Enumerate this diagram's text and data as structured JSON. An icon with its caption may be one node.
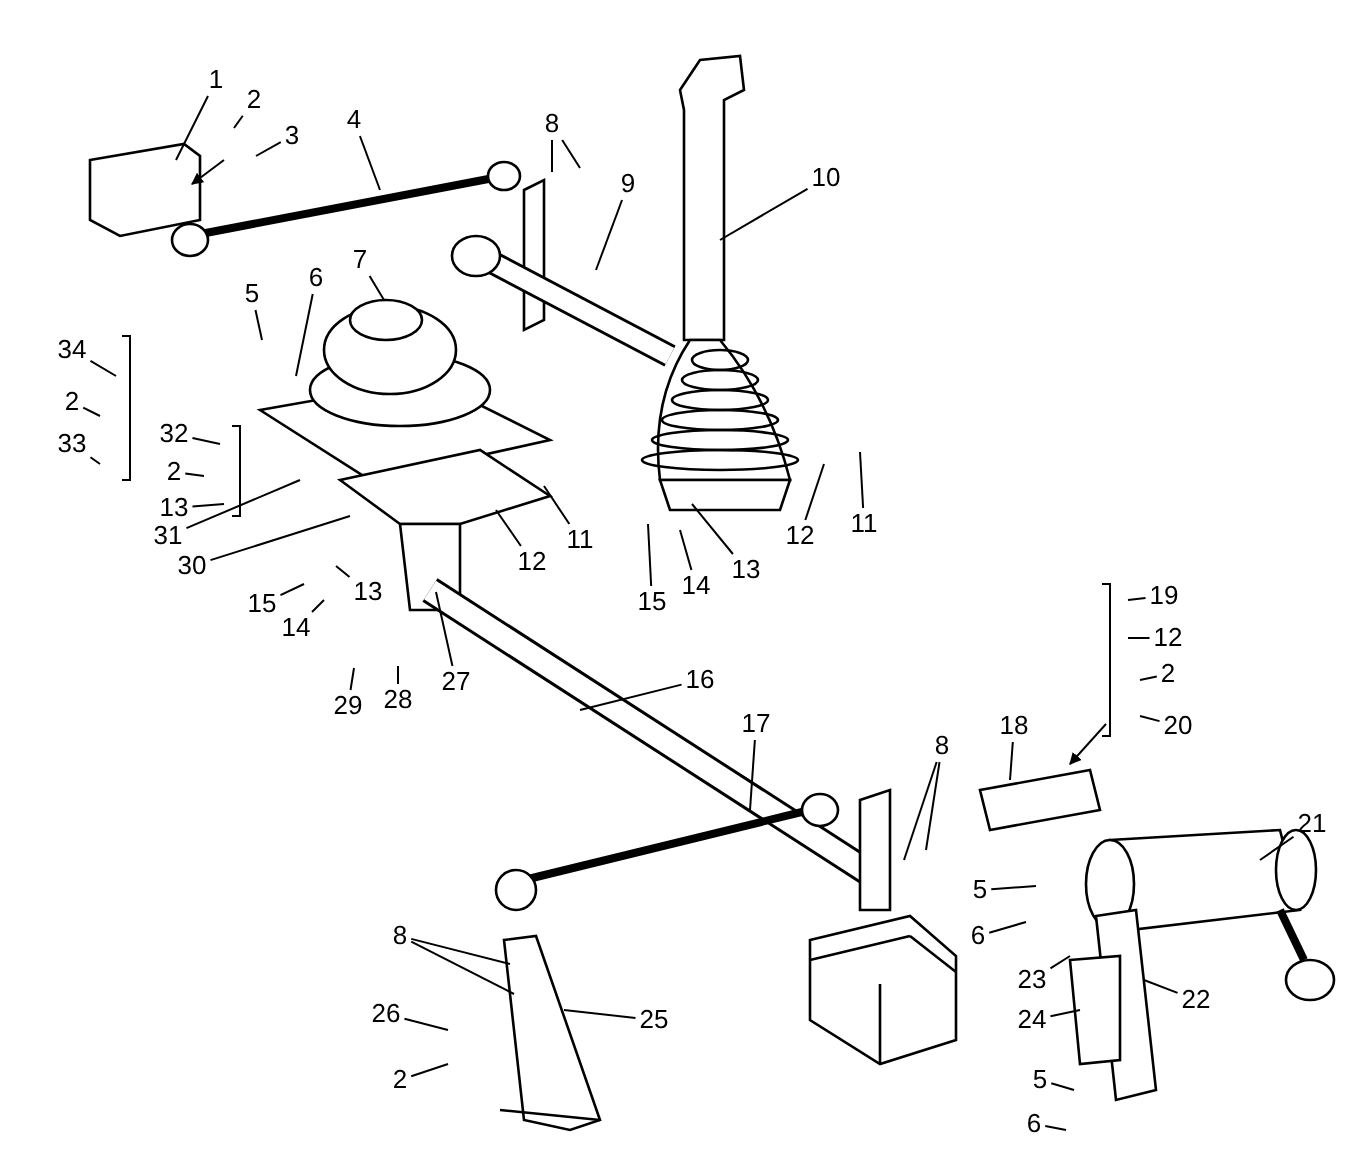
{
  "diagram": {
    "nodes": [
      {
        "text": [
          "1"
        ]
      },
      {
        "text": [
          "2"
        ]
      },
      {
        "text": [
          "3"
        ]
      },
      {
        "text": [
          "4"
        ]
      },
      {
        "text": [
          "8"
        ]
      },
      {
        "text": [
          "9"
        ]
      },
      {
        "text": [
          "10"
        ]
      },
      {
        "text": [
          "5"
        ]
      },
      {
        "text": [
          "7"
        ]
      },
      {
        "text": [
          "6"
        ]
      },
      {
        "text": [
          "34"
        ]
      },
      {
        "text": [
          "2"
        ]
      },
      {
        "text": [
          "33"
        ]
      },
      {
        "text": [
          "32"
        ]
      },
      {
        "text": [
          "2"
        ]
      },
      {
        "text": [
          "13"
        ]
      },
      {
        "text": [
          "31"
        ]
      },
      {
        "text": [
          "30"
        ]
      },
      {
        "text": [
          "12"
        ]
      },
      {
        "text": [
          "11"
        ]
      },
      {
        "text": [
          "13"
        ]
      },
      {
        "text": [
          "15"
        ]
      },
      {
        "text": [
          "14"
        ]
      },
      {
        "text": [
          "15"
        ]
      },
      {
        "text": [
          "14"
        ]
      },
      {
        "text": [
          "13"
        ]
      },
      {
        "text": [
          "12"
        ]
      },
      {
        "text": [
          "11"
        ]
      },
      {
        "text": [
          "19"
        ]
      },
      {
        "text": [
          "12"
        ]
      },
      {
        "text": [
          "2"
        ]
      },
      {
        "text": [
          "20"
        ]
      },
      {
        "text": [
          "16"
        ]
      },
      {
        "text": [
          "27"
        ]
      },
      {
        "text": [
          "28"
        ]
      },
      {
        "text": [
          "29"
        ]
      },
      {
        "text": [
          "17"
        ]
      },
      {
        "text": [
          "8"
        ]
      },
      {
        "text": [
          "18"
        ]
      },
      {
        "text": [
          "21"
        ]
      },
      {
        "text": [
          "5"
        ]
      },
      {
        "text": [
          "6"
        ]
      },
      {
        "text": [
          "8"
        ]
      },
      {
        "text": [
          "23"
        ]
      },
      {
        "text": [
          "22"
        ]
      },
      {
        "text": [
          "26"
        ]
      },
      {
        "text": [
          "25"
        ]
      },
      {
        "text": [
          "24"
        ]
      },
      {
        "text": [
          "2"
        ]
      },
      {
        "text": [
          "5"
        ]
      },
      {
        "text": [
          "6"
        ]
      }
    ],
    "edges": [
      {
        "from": 0,
        "to": null,
        "arrow": "none"
      },
      {
        "from": 1,
        "to": null,
        "arrow": "none"
      },
      {
        "from": 2,
        "to": null,
        "arrow": "none"
      },
      {
        "from": 3,
        "to": null,
        "arrow": "none"
      },
      {
        "from": 4,
        "to": null,
        "arrow": "none"
      },
      {
        "from": 4,
        "to": null,
        "arrow": "none"
      },
      {
        "from": 5,
        "to": null,
        "arrow": "none"
      },
      {
        "from": 6,
        "to": null,
        "arrow": "none"
      },
      {
        "from": 7,
        "to": null,
        "arrow": "none"
      },
      {
        "from": 8,
        "to": null,
        "arrow": "none"
      },
      {
        "from": 9,
        "to": null,
        "arrow": "none"
      },
      {
        "from": 10,
        "to": null,
        "arrow": "none"
      },
      {
        "from": 11,
        "to": null,
        "arrow": "none"
      },
      {
        "from": 12,
        "to": null,
        "arrow": "none"
      },
      {
        "from": 13,
        "to": null,
        "arrow": "none"
      },
      {
        "from": 14,
        "to": null,
        "arrow": "none"
      },
      {
        "from": 15,
        "to": null,
        "arrow": "none"
      },
      {
        "from": 16,
        "to": null,
        "arrow": "none"
      },
      {
        "from": 17,
        "to": null,
        "arrow": "none"
      },
      {
        "from": 18,
        "to": null,
        "arrow": "none"
      },
      {
        "from": 19,
        "to": null,
        "arrow": "none"
      },
      {
        "from": 20,
        "to": null,
        "arrow": "none"
      },
      {
        "from": 21,
        "to": null,
        "arrow": "none"
      },
      {
        "from": 22,
        "to": null,
        "arrow": "none"
      },
      {
        "from": 23,
        "to": null,
        "arrow": "none"
      },
      {
        "from": 24,
        "to": null,
        "arrow": "none"
      },
      {
        "from": 25,
        "to": null,
        "arrow": "none"
      },
      {
        "from": 26,
        "to": null,
        "arrow": "none"
      },
      {
        "from": 27,
        "to": null,
        "arrow": "none"
      },
      {
        "from": 28,
        "to": null,
        "arrow": "none"
      },
      {
        "from": 29,
        "to": null,
        "arrow": "none"
      },
      {
        "from": 30,
        "to": null,
        "arrow": "none"
      },
      {
        "from": 31,
        "to": null,
        "arrow": "none"
      },
      {
        "from": 32,
        "to": null,
        "arrow": "none"
      },
      {
        "from": 33,
        "to": null,
        "arrow": "none"
      },
      {
        "from": 34,
        "to": null,
        "arrow": "none"
      },
      {
        "from": 35,
        "to": null,
        "arrow": "none"
      },
      {
        "from": 36,
        "to": null,
        "arrow": "none"
      },
      {
        "from": 37,
        "to": null,
        "arrow": "none"
      },
      {
        "from": 37,
        "to": null,
        "arrow": "none"
      },
      {
        "from": 38,
        "to": null,
        "arrow": "none"
      },
      {
        "from": 39,
        "to": null,
        "arrow": "none"
      },
      {
        "from": 40,
        "to": null,
        "arrow": "none"
      },
      {
        "from": 41,
        "to": null,
        "arrow": "none"
      },
      {
        "from": 42,
        "to": null,
        "arrow": "none"
      },
      {
        "from": 42,
        "to": null,
        "arrow": "none"
      },
      {
        "from": 43,
        "to": null,
        "arrow": "none"
      },
      {
        "from": 44,
        "to": null,
        "arrow": "none"
      },
      {
        "from": 45,
        "to": null,
        "arrow": "none"
      },
      {
        "from": 46,
        "to": null,
        "arrow": "none"
      },
      {
        "from": 47,
        "to": null,
        "arrow": "none"
      },
      {
        "from": 48,
        "to": null,
        "arrow": "none"
      },
      {
        "from": 49,
        "to": null,
        "arrow": "none"
      },
      {
        "from": 50,
        "to": null,
        "arrow": "none"
      }
    ]
  }
}
